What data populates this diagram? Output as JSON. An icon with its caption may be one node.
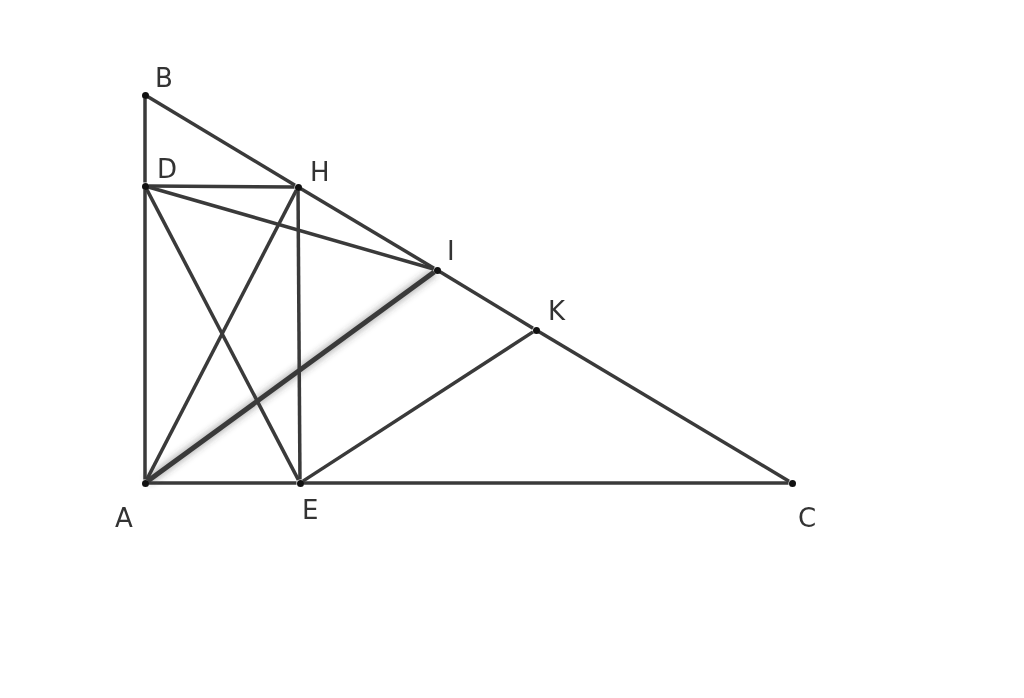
{
  "diagram": {
    "nodes": [
      {
        "text": [
          "B"
        ]
      },
      {
        "text": [
          "D"
        ]
      },
      {
        "text": [
          "H"
        ]
      },
      {
        "text": [
          "I"
        ]
      },
      {
        "text": [
          "K"
        ]
      },
      {
        "text": [
          "A"
        ]
      },
      {
        "text": [
          "E"
        ]
      },
      {
        "text": [
          "C"
        ]
      }
    ],
    "edges": [
      {
        "from": 5,
        "to": 1,
        "arrow": "none"
      },
      {
        "from": 1,
        "to": 0,
        "arrow": "none"
      },
      {
        "from": 0,
        "to": 2,
        "arrow": "none"
      },
      {
        "from": 2,
        "to": 3,
        "arrow": "none"
      },
      {
        "from": 3,
        "to": 4,
        "arrow": "none"
      },
      {
        "from": 4,
        "to": 7,
        "arrow": "none"
      },
      {
        "from": 5,
        "to": 6,
        "arrow": "none"
      },
      {
        "from": 6,
        "to": 7,
        "arrow": "none"
      },
      {
        "from": 1,
        "to": 2,
        "arrow": "none"
      },
      {
        "from": 1,
        "to": 3,
        "arrow": "none"
      },
      {
        "from": 1,
        "to": 6,
        "arrow": "none"
      },
      {
        "from": 2,
        "to": 5,
        "arrow": "none"
      },
      {
        "from": 2,
        "to": 6,
        "arrow": "none"
      },
      {
        "from": 5,
        "to": 3,
        "arrow": "none",
        "style": "thick"
      },
      {
        "from": 6,
        "to": 4,
        "arrow": "none"
      }
    ]
  }
}
